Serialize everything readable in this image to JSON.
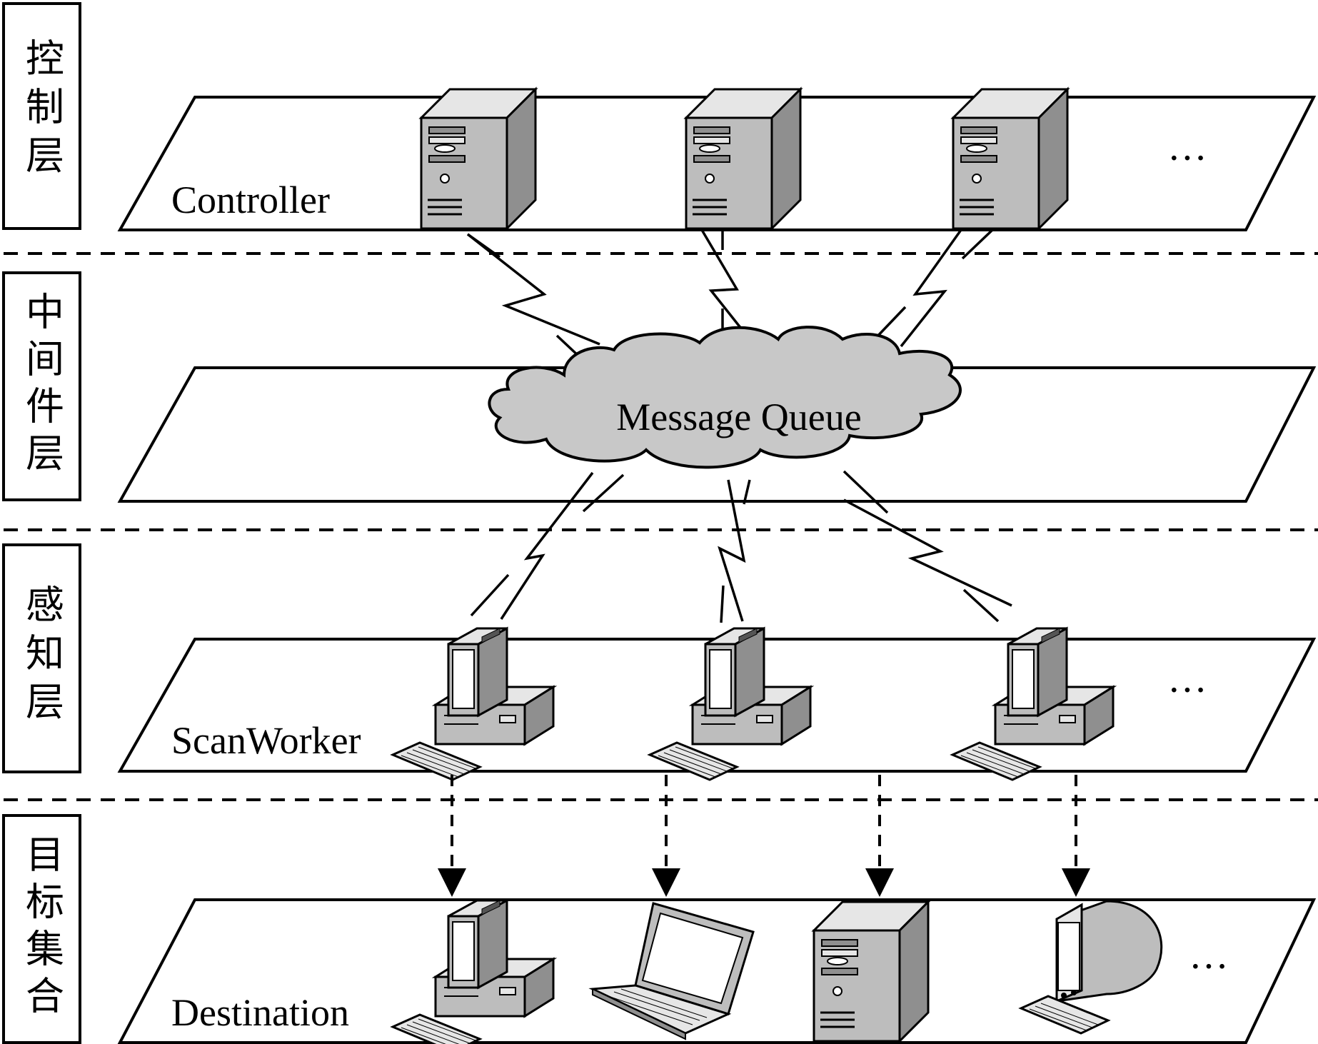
{
  "layers": [
    {
      "name": "控制层",
      "label": "Controller",
      "ellipsis": "···"
    },
    {
      "name": "中间件层",
      "label": "Message Queue",
      "ellipsis": ""
    },
    {
      "name": "感知层",
      "label": "ScanWorker",
      "ellipsis": "···"
    },
    {
      "name": "目标集合",
      "label": "Destination",
      "ellipsis": "···"
    }
  ],
  "colors": {
    "line": "#000000",
    "device_light": "#e6e6e6",
    "device_mid": "#bdbdbd",
    "device_dark": "#8f8f8f",
    "screen": "#ffffff",
    "cloud": "#c8c8c8"
  },
  "icons": {
    "controller": "server-tower-icon",
    "scanworker": "desktop-computer-icon",
    "destination": [
      "desktop-computer-icon",
      "laptop-icon",
      "server-tower-icon",
      "crt-monitor-icon"
    ],
    "middleware": "cloud-icon"
  }
}
